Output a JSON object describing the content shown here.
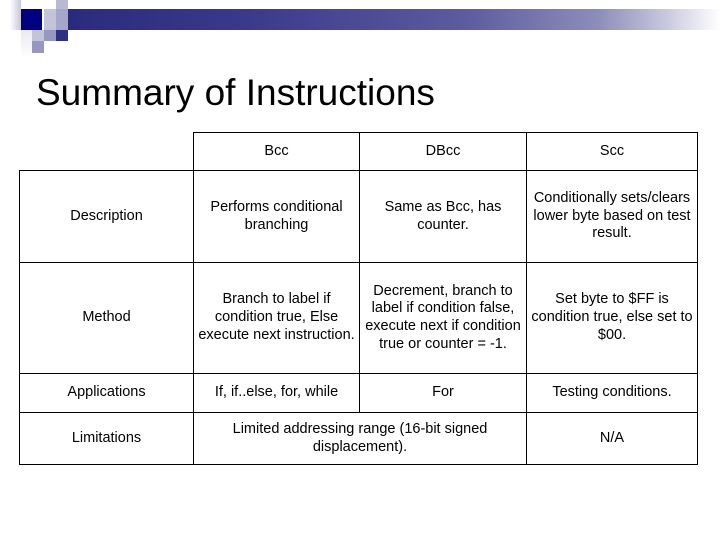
{
  "banner": {
    "accent_dark": "#000080",
    "accent_gradient_start": "#23237a",
    "accent_gradient_end": "#ffffff"
  },
  "slide": {
    "title": "Summary of Instructions"
  },
  "table": {
    "corner_label": "",
    "columns": [
      "Bcc",
      "DBcc",
      "Scc"
    ],
    "rows": [
      {
        "label": "Description",
        "cells": [
          "Performs conditional branching",
          "Same as Bcc, has counter.",
          "Conditionally sets/clears lower byte based on test result."
        ]
      },
      {
        "label": "Method",
        "cells": [
          "Branch to label if condition true, Else execute next instruction.",
          "Decrement, branch to label  if condition false, execute next if condition true or counter = -1.",
          "Set byte to $FF is condition true, else set to $00."
        ]
      },
      {
        "label": "Applications",
        "cells": [
          "If, if..else, for, while",
          "For",
          "Testing conditions."
        ]
      },
      {
        "label": "Limitations",
        "merged_cell": "Limited addressing range (16-bit signed displacement).",
        "cells": [
          "N/A"
        ]
      }
    ]
  }
}
